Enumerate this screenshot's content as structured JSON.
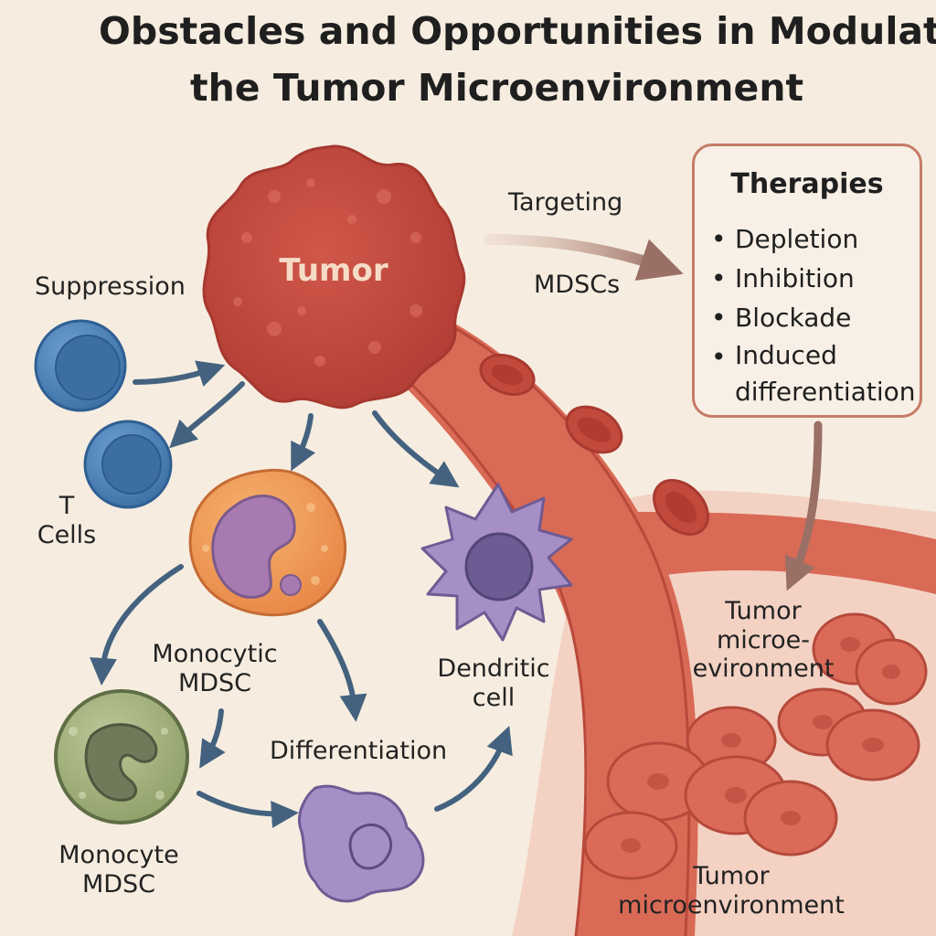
{
  "title": {
    "line1": "Obstacles and Opportunities in Modulatin",
    "line2": "the Tumor Microenvironment"
  },
  "tumor": {
    "label": "Tumor"
  },
  "labels": {
    "suppression": "Suppression",
    "t_cells": [
      "T",
      "Cells"
    ],
    "targeting": "Targeting",
    "mdscs": "MDSCs",
    "monocytic_mdsc": [
      "Monocytic",
      "MDSC"
    ],
    "monocyte_mdsc": [
      "Monocyte",
      "MDSC"
    ],
    "dendritic_cell": [
      "Dendritic",
      "cell"
    ],
    "differentiation": "Differentiation",
    "tme_upper": [
      "Tumor",
      "microe-",
      "evironment"
    ],
    "tme_lower": [
      "Tumor",
      "microenvironment"
    ]
  },
  "therapies": {
    "title": "Therapies",
    "items": [
      "Depletion",
      "Inhibition",
      "Blockade",
      "Induced",
      "differentiation"
    ]
  },
  "colors": {
    "background": "#f6ede0",
    "tumor": "#c64a3f",
    "t_cell": "#4f86bd",
    "monocytic_mdsc": "#f0a05a",
    "monocyte_mdsc": "#a6b57e",
    "dendritic": "#a58fc6",
    "vessel": "#d96a56",
    "arrow": "#44627f",
    "box_border": "#c67b68"
  }
}
